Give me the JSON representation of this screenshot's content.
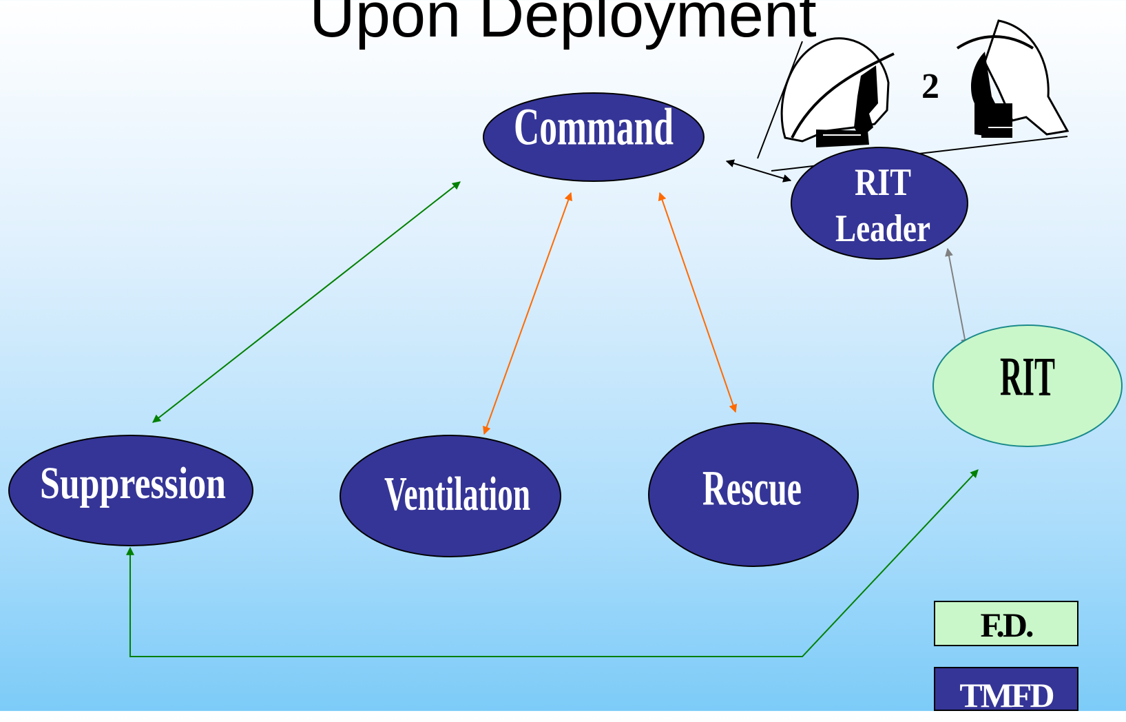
{
  "title": "Upon Deployment",
  "nodes": {
    "command": "Command",
    "suppression": "Suppression",
    "ventilation": "Ventilation",
    "rescue": "Rescue",
    "rit_leader_line1": "RIT",
    "rit_leader_line2": "Leader",
    "rit": "RIT"
  },
  "helmet_count": "2",
  "legend": {
    "fd": "F.D.",
    "tmfd": "TMFD"
  },
  "colors": {
    "tmfd_fill": "#353597",
    "fd_fill": "#c9f7c9",
    "green_link": "#008000",
    "orange_link": "#ff6a00",
    "gray_link": "#808080"
  },
  "icons": [
    "firefighter-helmet-icon",
    "firefighter-helmet-icon"
  ]
}
